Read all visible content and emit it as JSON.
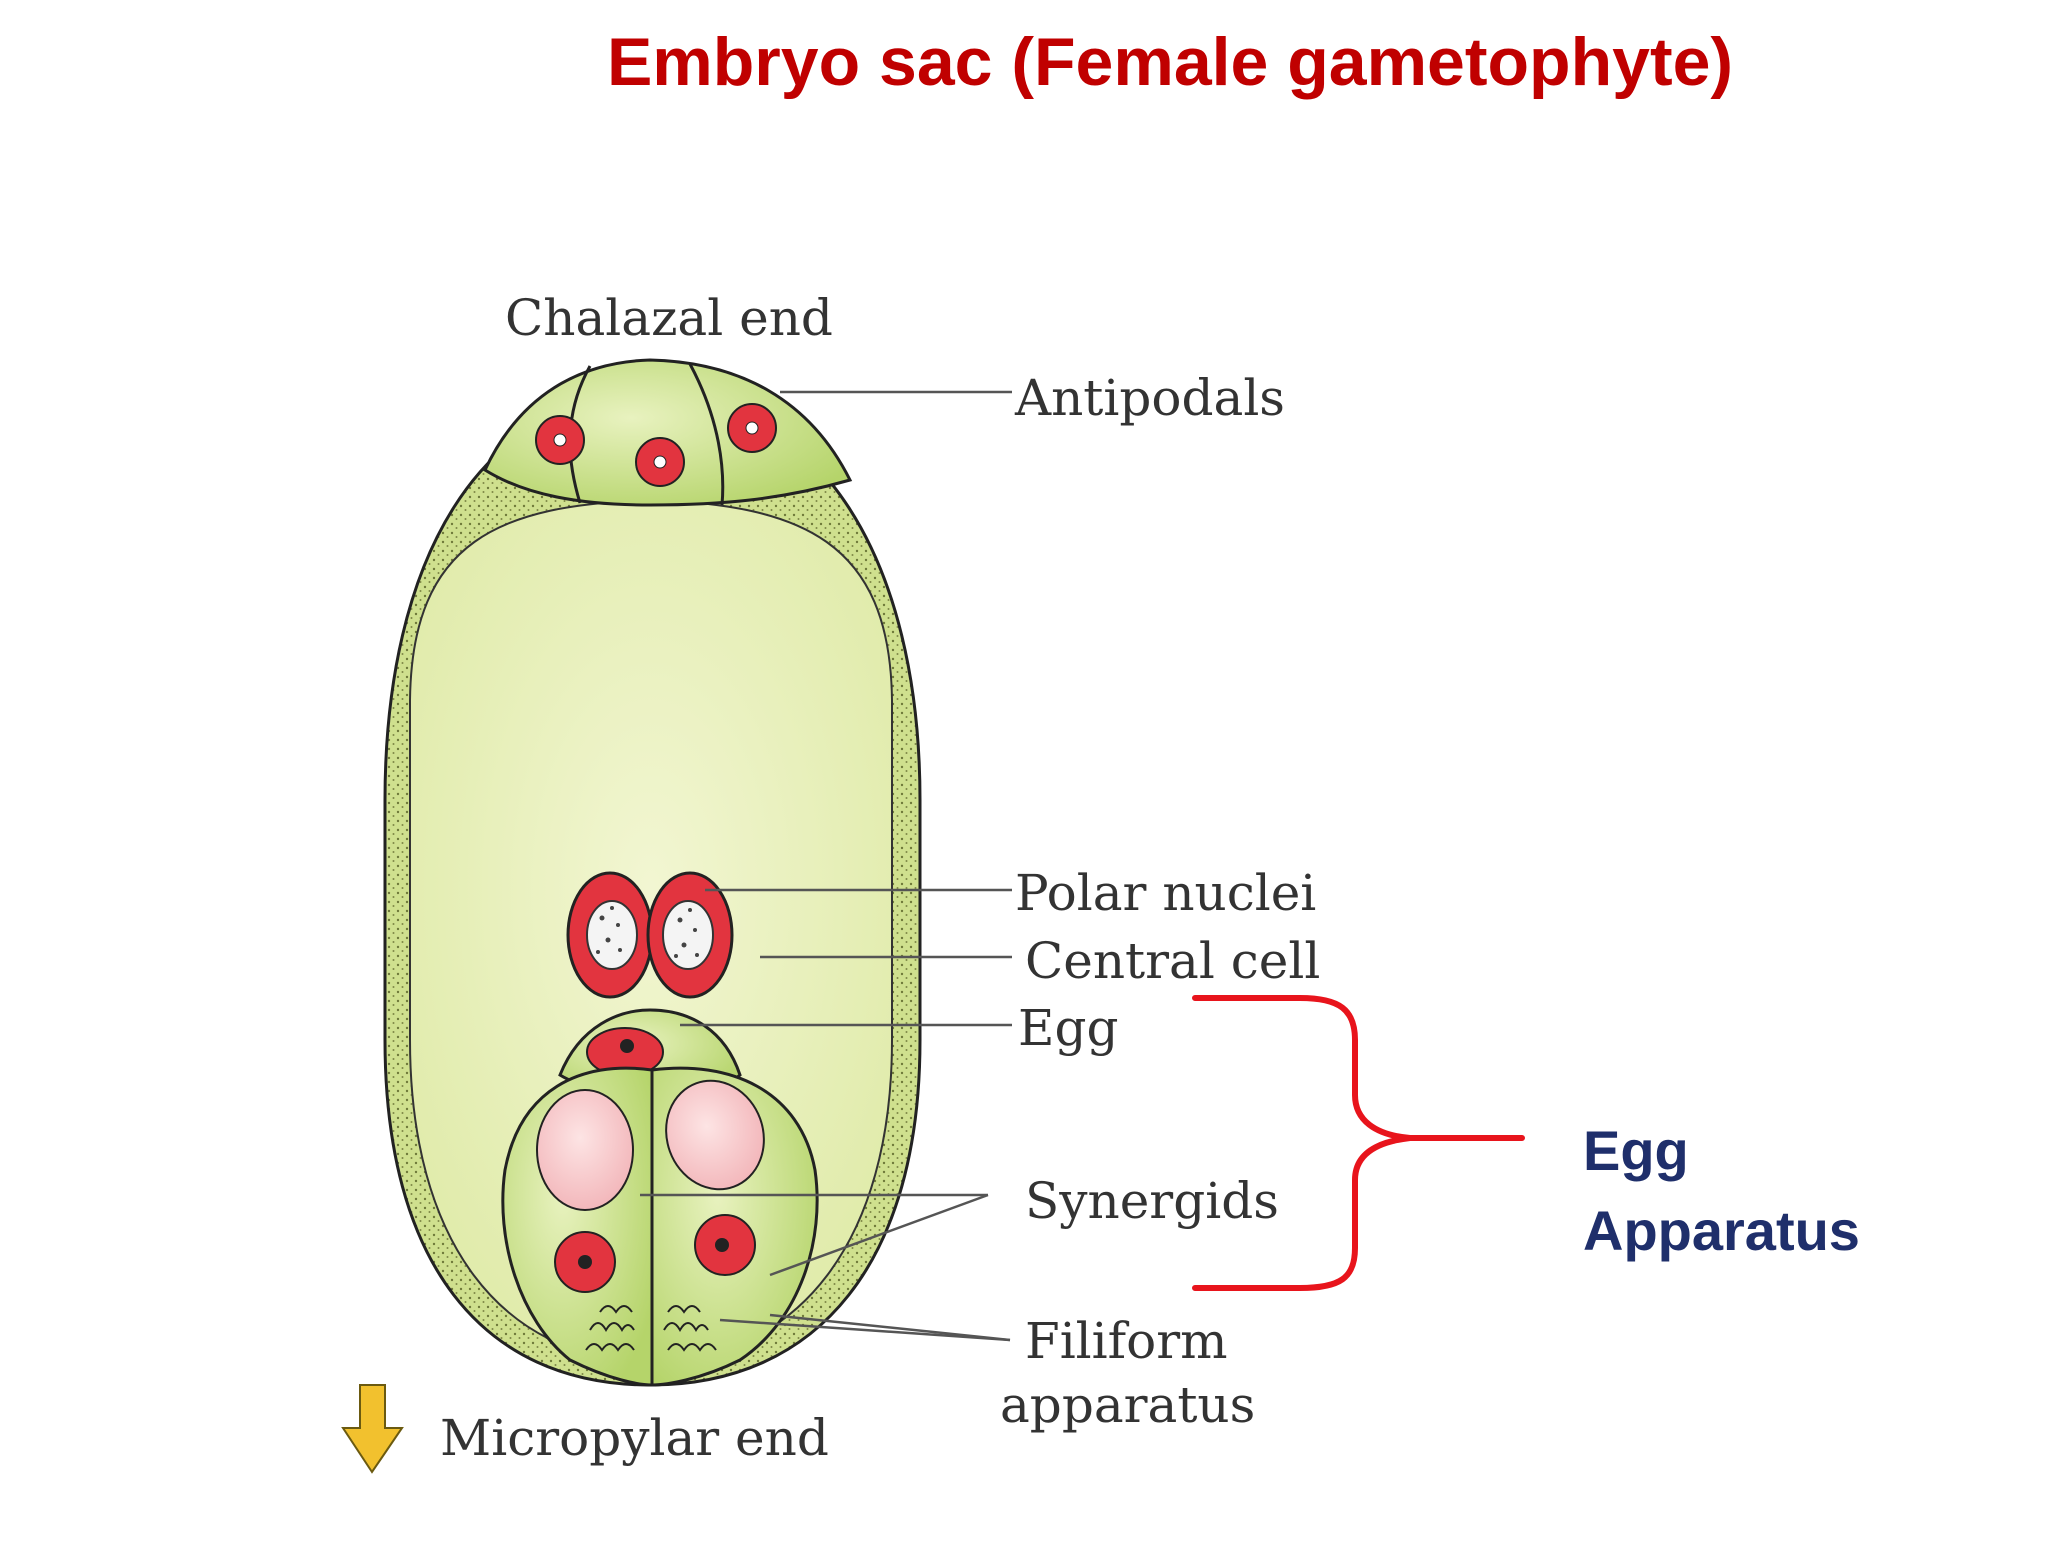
{
  "title": "Embryo sac (Female gametophyte)",
  "labels": {
    "chalazal_end": "Chalazal end",
    "antipodals": "Antipodals",
    "polar_nuclei": "Polar nuclei",
    "central_cell": "Central cell",
    "egg": "Egg",
    "synergids": "Synergids",
    "filiform_line1": "Filiform",
    "filiform_line2": "apparatus",
    "micropylar_end": "Micropylar end"
  },
  "egg_apparatus": {
    "line1": "Egg",
    "line2": "Apparatus"
  },
  "colors": {
    "title": "#c00000",
    "egg_apparatus_text": "#1f2f6b",
    "brace": "#e8141c",
    "sac_fill": "#e6efb8",
    "sac_wall": "#cfe08e",
    "cell_green": "#bcd96e",
    "nucleus_red": "#e2343f",
    "vacuole_pink": "#f6c9cb",
    "arrow_yellow": "#f2c12e"
  },
  "icons": {
    "micropylar_arrow": "down-arrow-icon"
  }
}
